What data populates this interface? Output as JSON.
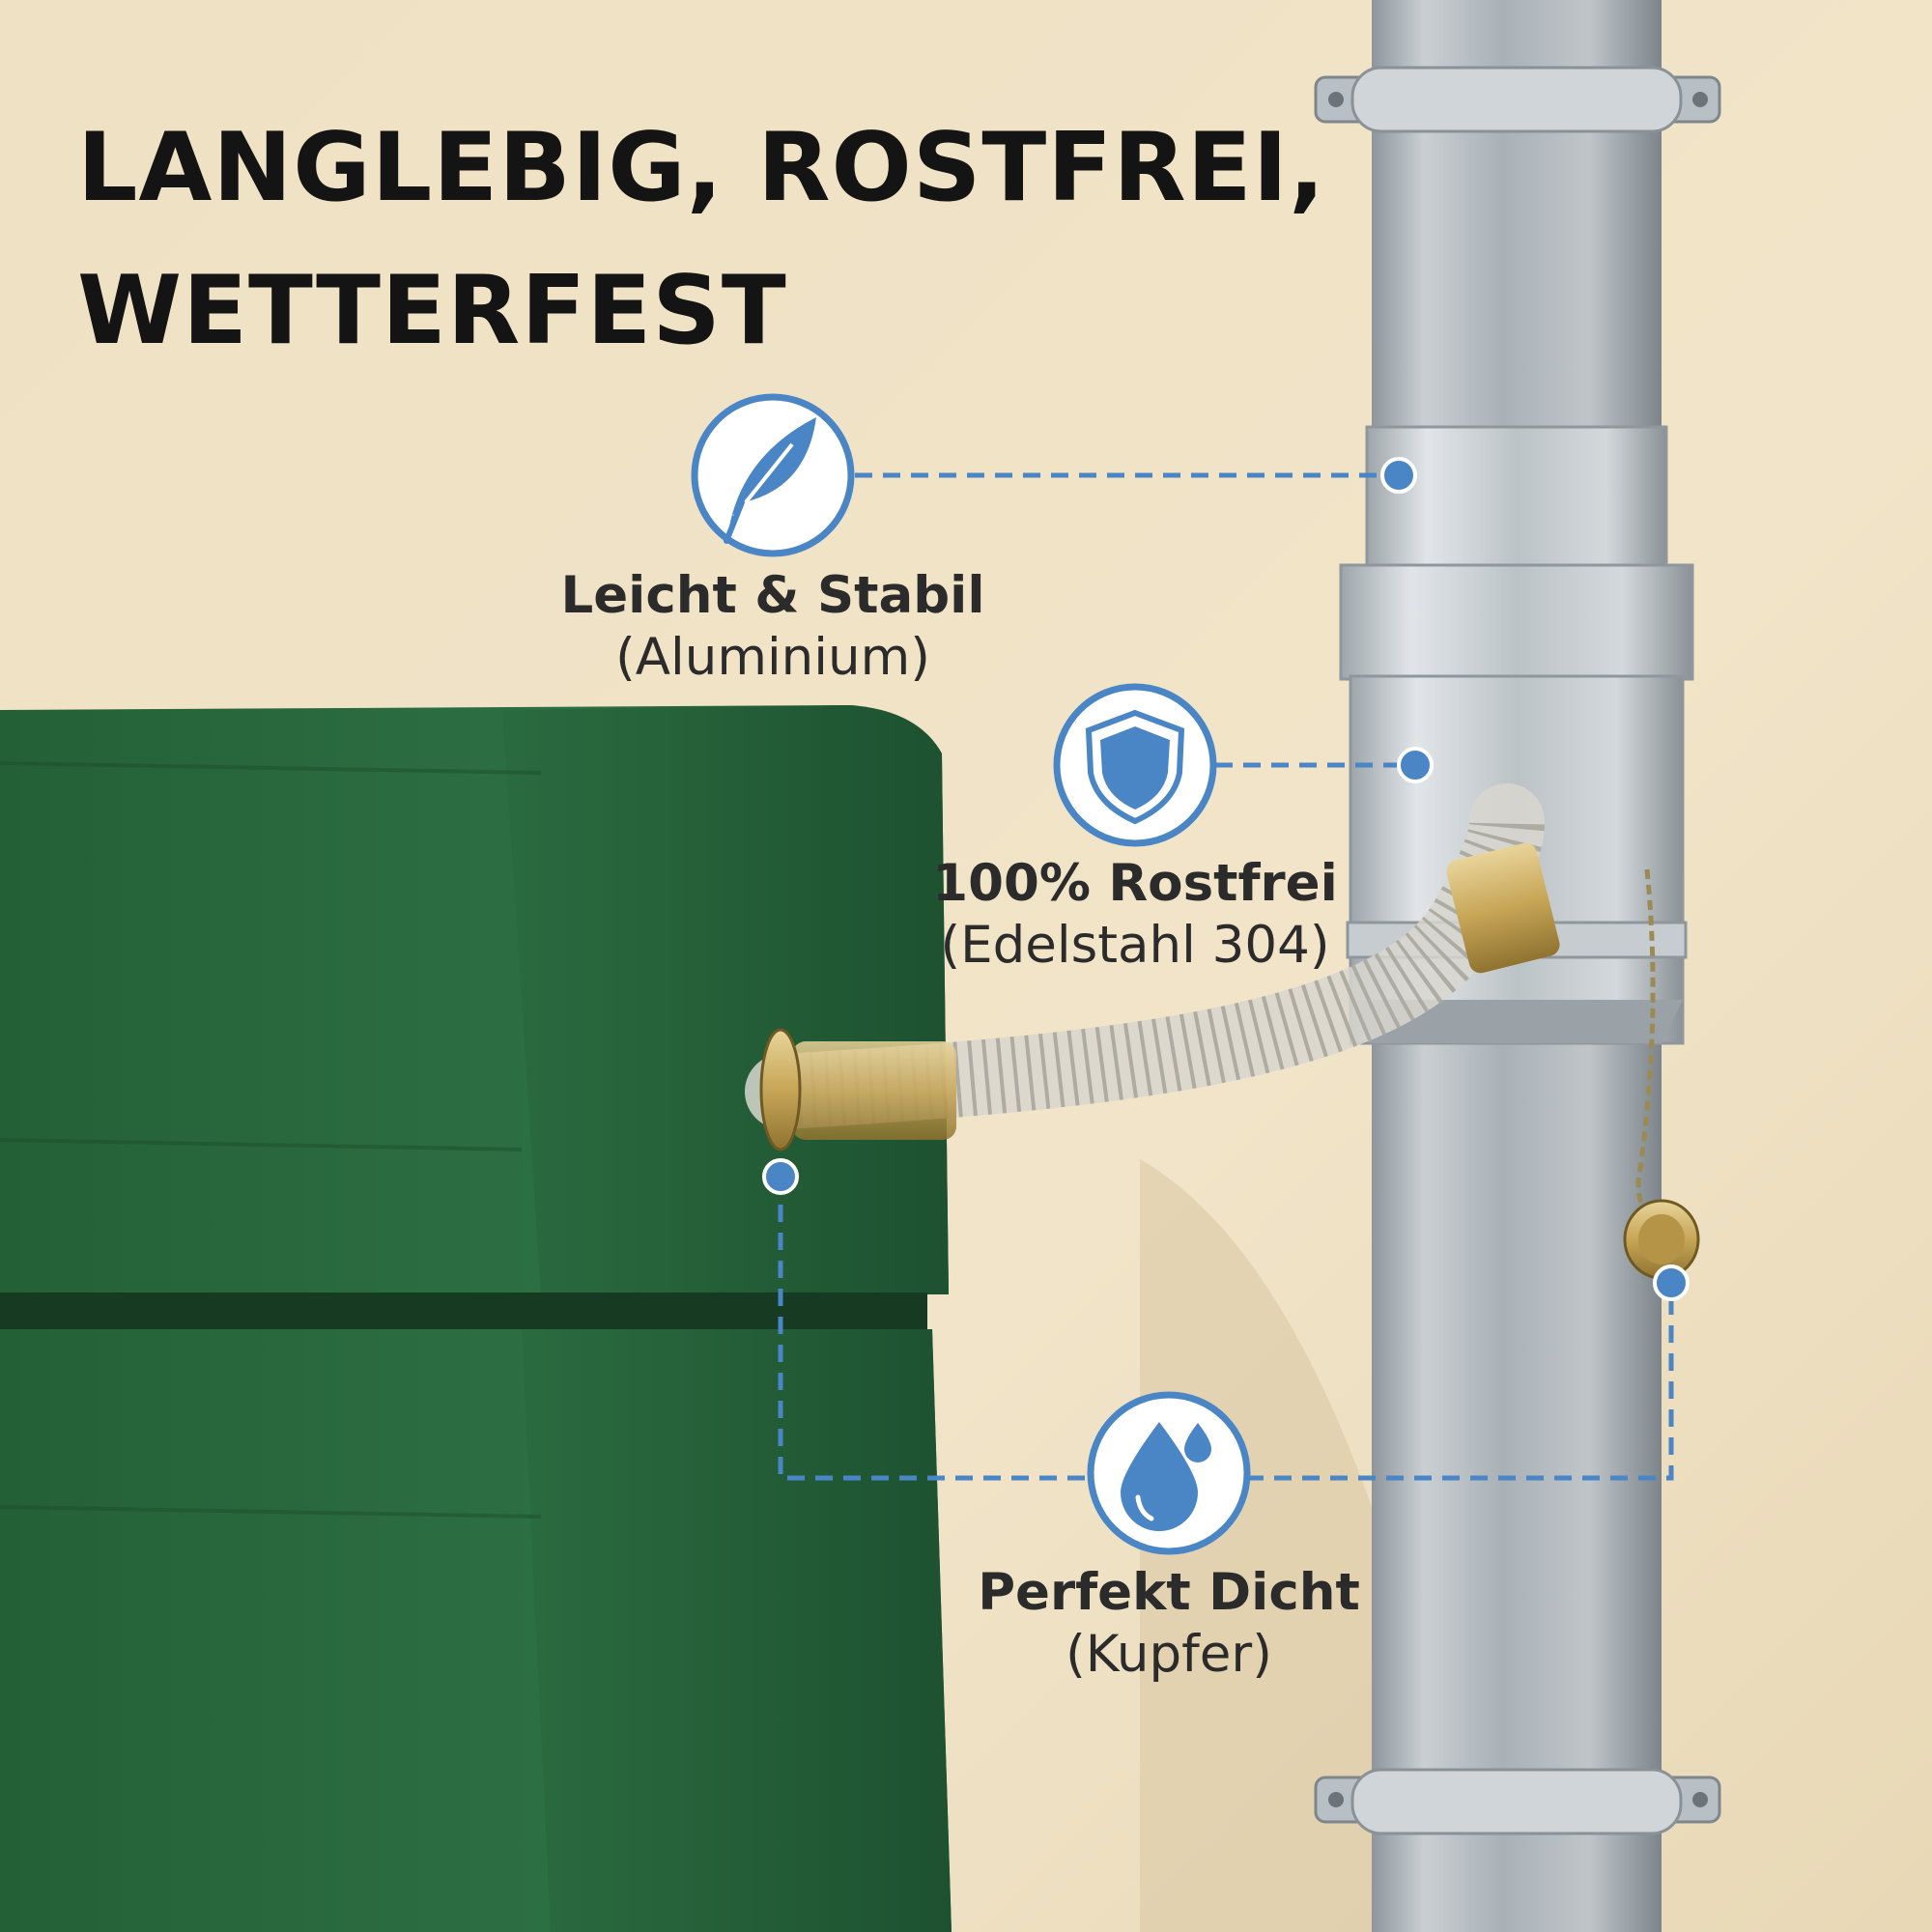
{
  "headline": {
    "line1": "LANGLEBIG, ROSTFREI,",
    "line2": "WETTERFEST"
  },
  "features": [
    {
      "title": "Leicht & Stabil",
      "subtitle": "(Aluminium)",
      "icon": "feather-icon"
    },
    {
      "title": "100% Rostfrei",
      "subtitle": "(Edelstahl 304)",
      "icon": "shield-icon"
    },
    {
      "title": "Perfekt Dicht",
      "subtitle": "(Kupfer)",
      "icon": "water-drops-icon"
    }
  ],
  "colors": {
    "accent": "#4a86c5",
    "wall": "#efe2c6",
    "tank": "#2b6b3e",
    "pipe": "#b5bcc1",
    "brass": "#c8a85a",
    "text": "#141414"
  }
}
